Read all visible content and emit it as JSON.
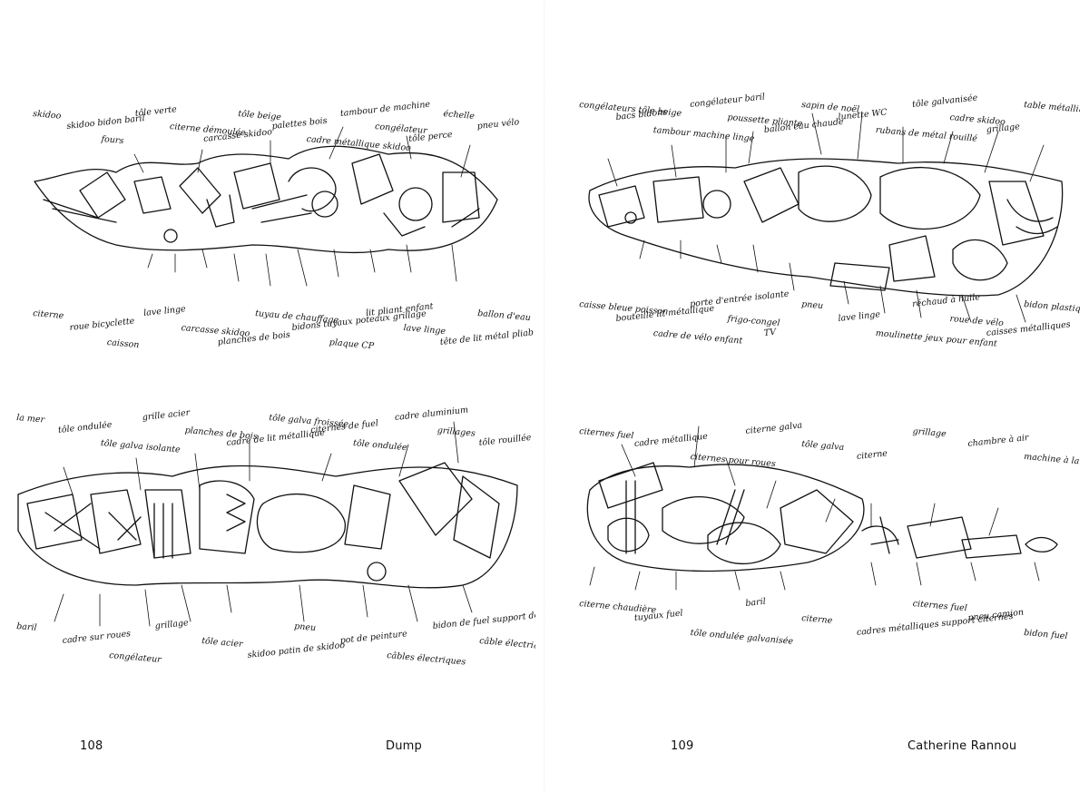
{
  "footer": {
    "left_page_number": "108",
    "left_running_title": "Dump",
    "right_page_number": "109",
    "right_running_title": "Catherine Rannou"
  },
  "sketches": {
    "top_left": {
      "labels": [
        "skidoo",
        "skidoo bidon baril",
        "fours",
        "tôle verte",
        "citerne démoulée",
        "carcasse skidoo",
        "tôle beige",
        "palettes bois",
        "cadre métallique skidoo",
        "tambour de machine",
        "congélateur",
        "tôle perce",
        "échelle",
        "pneu vélo",
        "citerne",
        "roue bicyclette",
        "caisson",
        "lave linge",
        "carcasse skidoo",
        "planches de bois",
        "tuyau de chauffage",
        "bidons tuyaux poteaux grillage",
        "plaque CP",
        "lit pliant enfant",
        "lave linge",
        "tête de lit métal pliable",
        "ballon d'eau chaude"
      ]
    },
    "top_right": {
      "labels": [
        "congélateurs tôle beige",
        "bacs bidons",
        "tambour machine linge",
        "congélateur baril",
        "poussette pliante",
        "ballon eau chaude",
        "sapin de noël",
        "lunette WC",
        "rubans de métal rouillé",
        "tôle galvanisée",
        "cadre skidoo",
        "grillage",
        "table métallique basse",
        "caisse bleue poisson",
        "bouteille lit métallique",
        "cadre de vélo enfant",
        "porte d'entrée isolante",
        "frigo-congel",
        "TV",
        "pneu",
        "lave linge",
        "moulinette jeux pour enfant",
        "réchaud à huile",
        "roue de vélo",
        "caisses métalliques",
        "bidon plastique"
      ]
    },
    "bottom_left": {
      "labels": [
        "la mer",
        "tôle ondulée",
        "tôle galva isolante",
        "grille acier",
        "planches de bois",
        "cadre de lit métallique",
        "tôle galva froissée",
        "citernes de fuel",
        "tôle ondulée",
        "cadre aluminium",
        "grillages",
        "tôle rouillée",
        "baril",
        "cadre sur roues",
        "congélateur",
        "grillage",
        "tôle acier",
        "skidoo patin de skidoo",
        "pneu",
        "pot de peinture",
        "câbles électriques",
        "bidon de fuel support de caisse",
        "câble électrique"
      ]
    },
    "bottom_right": {
      "labels": [
        "citernes fuel",
        "cadre métallique",
        "citernes pour roues",
        "citerne galva",
        "tôle galva",
        "citerne",
        "grillage",
        "chambre à air",
        "machine à laver",
        "citerne chaudière",
        "tuyaux fuel",
        "tôle ondulée galvanisée",
        "baril",
        "citerne",
        "cadres métalliques support citernes",
        "citernes fuel",
        "pneu camion",
        "bidon fuel"
      ]
    }
  }
}
